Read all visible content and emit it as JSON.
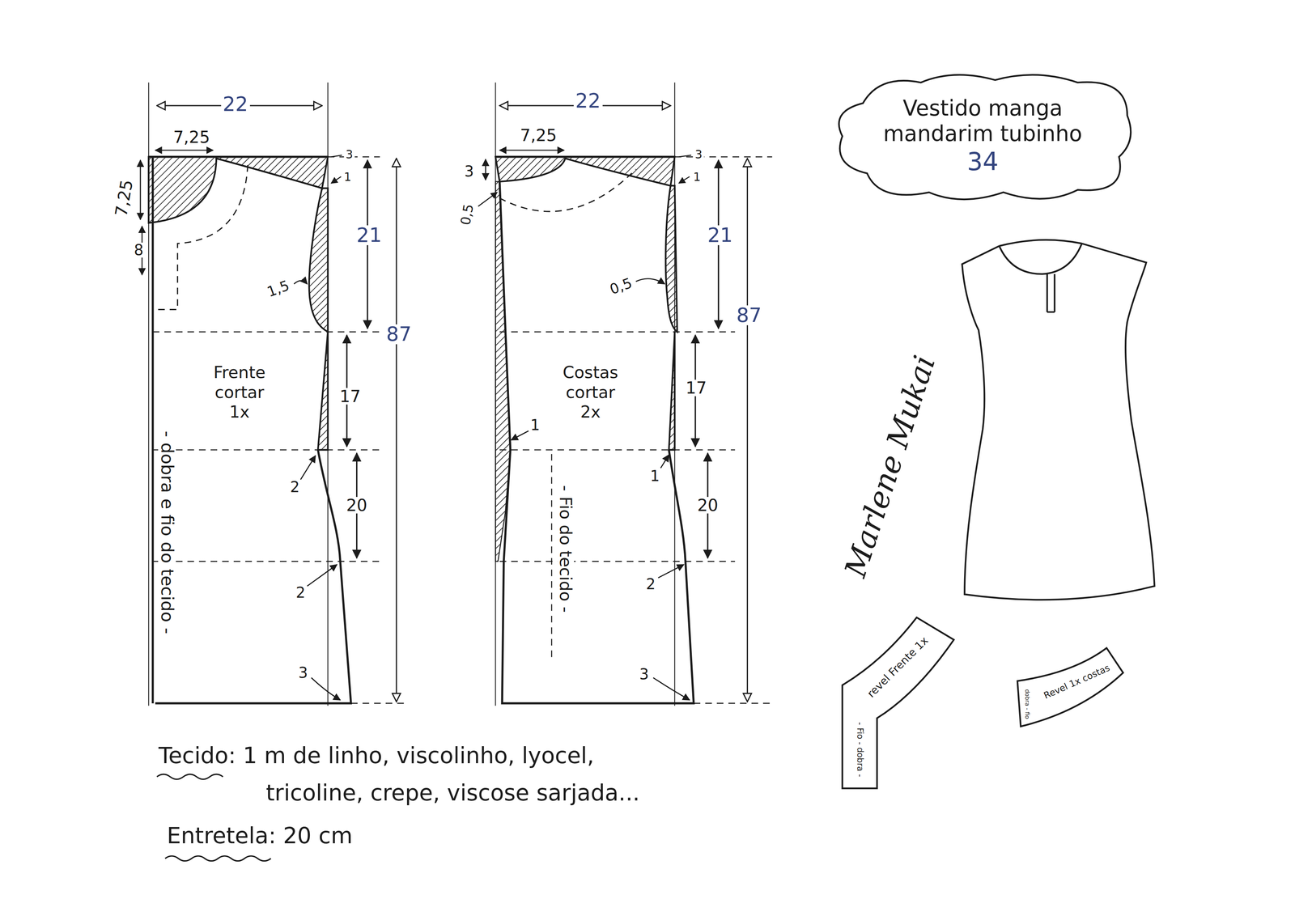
{
  "diagram": {
    "nodes": [
      {
        "text": [
          "Vestido manga mandarim tubinho",
          "34"
        ]
      },
      {
        "text": [
          "Frente cortar 1x"
        ]
      },
      {
        "text": [
          "Costas cortar 2x"
        ]
      },
      {
        "text": [
          "revel Frente 1x",
          "- Fio - dobra -"
        ]
      },
      {
        "text": [
          "Revel 1x costas",
          "dobra - fio"
        ]
      }
    ],
    "labels": [
      "22",
      "7,25",
      "7,25",
      "8",
      "3",
      "1",
      "21",
      "1,5",
      "87",
      "17",
      "20",
      "2",
      "2",
      "3",
      "- dobra e fio do tecido -",
      "22",
      "7,25",
      "3",
      "0,5",
      "3",
      "1",
      "21",
      "0,5",
      "87",
      "17",
      "1",
      "1",
      "20",
      "2",
      "3",
      "- Fio do tecido -",
      "Tecido: 1 m de linho, viscolinho, lyocel,",
      "tricoline, crepe, viscose sarjada...",
      "Entretela: 20 cm",
      "Marlene Mukai"
    ]
  }
}
